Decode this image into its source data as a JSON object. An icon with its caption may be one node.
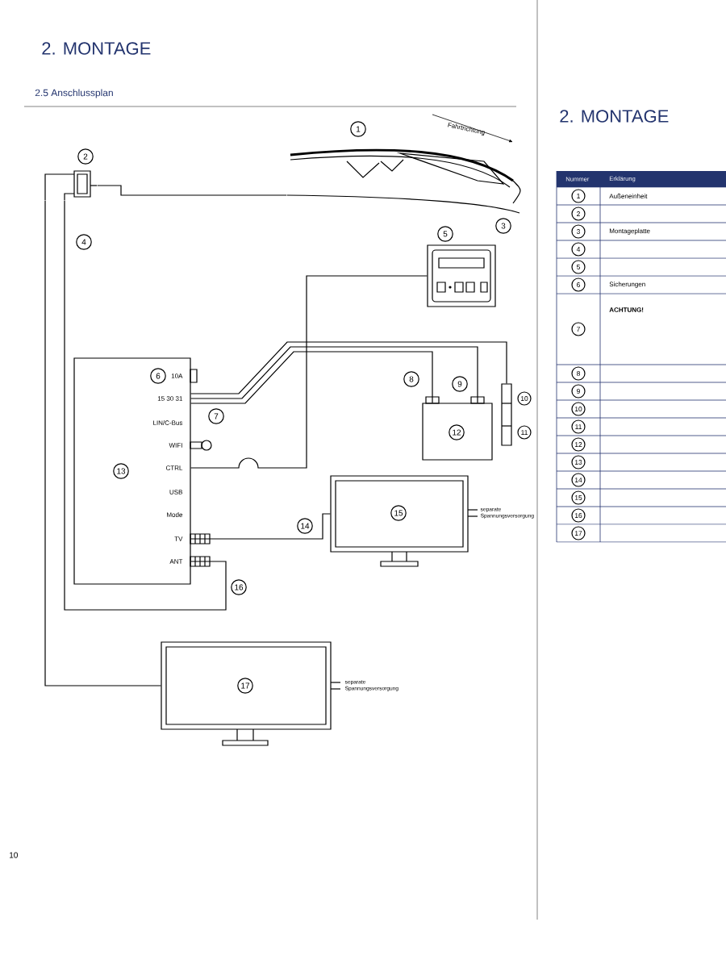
{
  "diagram": {
    "title": "2. MONTAGE",
    "nodes": [
      {
        "text": [],
        "shape": "picture",
        "beside": [
          "1",
          "3"
        ]
      },
      {
        "text": [],
        "shape": "picture",
        "beside": [
          "2"
        ]
      },
      {
        "text": [],
        "shape": "box",
        "beside": [
          "5"
        ]
      },
      {
        "text": [
          "6",
          "10A",
          "15 30 31",
          "LIN/C-Bus",
          "WIFI",
          "CTRL",
          "USB",
          "Mode",
          "TV",
          "ANT",
          "13"
        ],
        "beside": [
          "7"
        ]
      },
      {
        "text": [
          "12"
        ],
        "beside": [
          "8",
          "9"
        ]
      },
      {
        "text": [],
        "shape": "box",
        "beside": [
          "10",
          "11"
        ]
      },
      {
        "text": [
          "15"
        ],
        "beside": [
          "separate Spannungsversorgung"
        ]
      },
      {
        "text": [
          "17"
        ],
        "beside": [
          "separate Spannungsversorgung"
        ]
      }
    ],
    "edges": [
      {
        "from": 1,
        "to": 0,
        "arrow": "none"
      },
      {
        "from": 1,
        "to": 3,
        "arrow": "none",
        "label": "16"
      },
      {
        "from": 1,
        "to": 7,
        "arrow": "none"
      },
      {
        "from": 2,
        "to": 3,
        "arrow": "none"
      },
      {
        "from": 3,
        "to": 4,
        "arrow": "none"
      },
      {
        "from": 3,
        "to": 4,
        "arrow": "none"
      },
      {
        "from": 3,
        "to": 5,
        "arrow": "none"
      },
      {
        "from": 3,
        "to": 6,
        "arrow": "none",
        "label": "14"
      }
    ],
    "labels": [
      "2.5 Anschlussplan",
      "Fahrtrichtung",
      "10",
      "4",
      "2. MONTAGE",
      "Nummer",
      "Erklärung",
      "1",
      "Außeneinheit",
      "2",
      "3",
      "Montageplatte",
      "4",
      "5",
      "6",
      "Sicherungen",
      "7",
      "ACHTUNG!",
      "8",
      "9",
      "10",
      "11",
      "12",
      "13",
      "14",
      "15",
      "16",
      "17"
    ]
  }
}
